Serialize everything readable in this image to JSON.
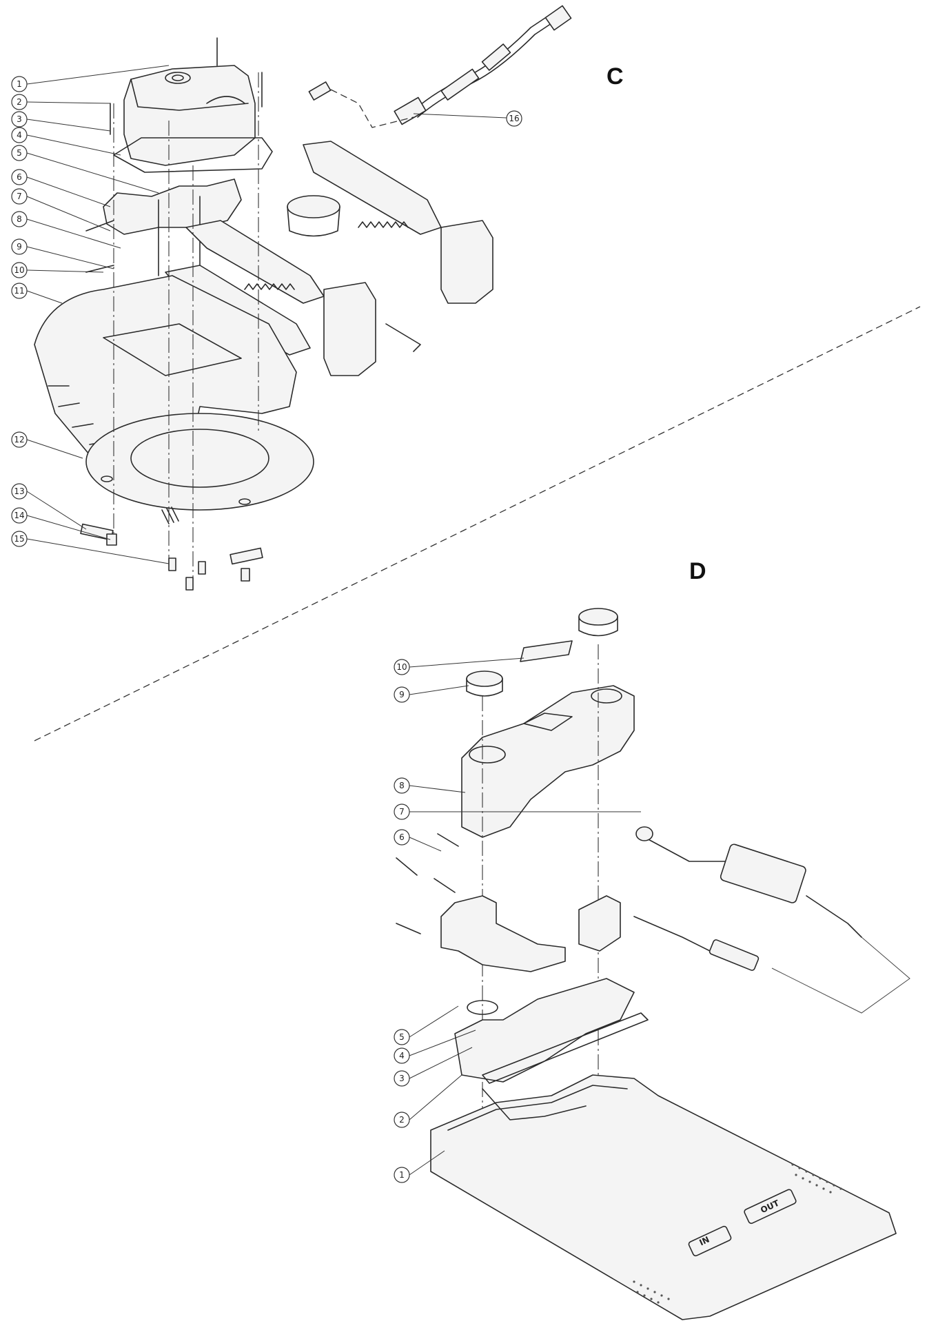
{
  "sections": {
    "c": {
      "letter": "C",
      "callouts": [
        "1",
        "2",
        "3",
        "4",
        "5",
        "6",
        "7",
        "8",
        "9",
        "10",
        "11",
        "12",
        "13",
        "14",
        "15",
        "16"
      ]
    },
    "d": {
      "letter": "D",
      "callouts": [
        "1",
        "2",
        "3",
        "4",
        "5",
        "6",
        "7",
        "8",
        "9",
        "10"
      ]
    }
  },
  "plate_labels": {
    "out": "OUT",
    "in": "IN"
  }
}
